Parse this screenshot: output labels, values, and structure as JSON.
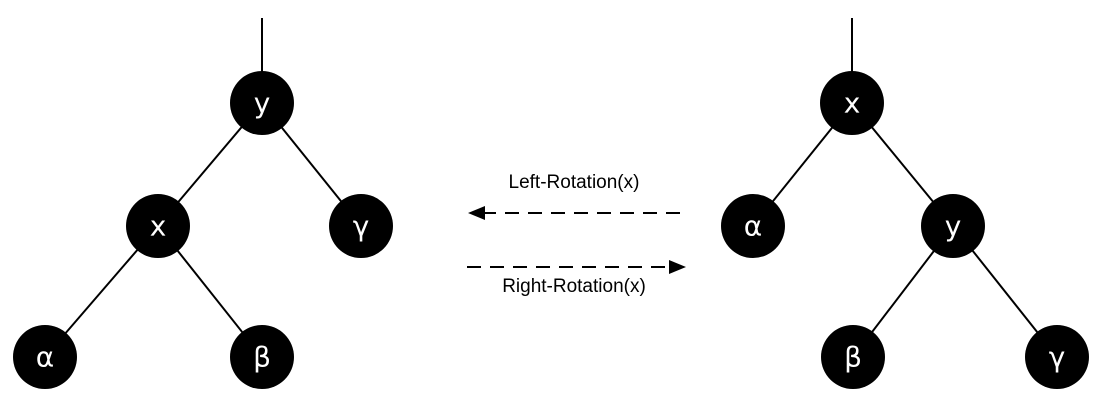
{
  "left_tree": {
    "root": "y",
    "left_child": "x",
    "right_child": "γ",
    "left_left": "α",
    "left_right": "β"
  },
  "right_tree": {
    "root": "x",
    "left_child": "α",
    "right_child": "y",
    "right_left": "β",
    "right_right": "γ"
  },
  "operations": {
    "left_rotation": "Left-Rotation(x)",
    "right_rotation": "Right-Rotation(x)"
  },
  "colors": {
    "node_fill": "#000000",
    "node_text": "#ffffff",
    "edge": "#000000",
    "background": "#ffffff"
  }
}
